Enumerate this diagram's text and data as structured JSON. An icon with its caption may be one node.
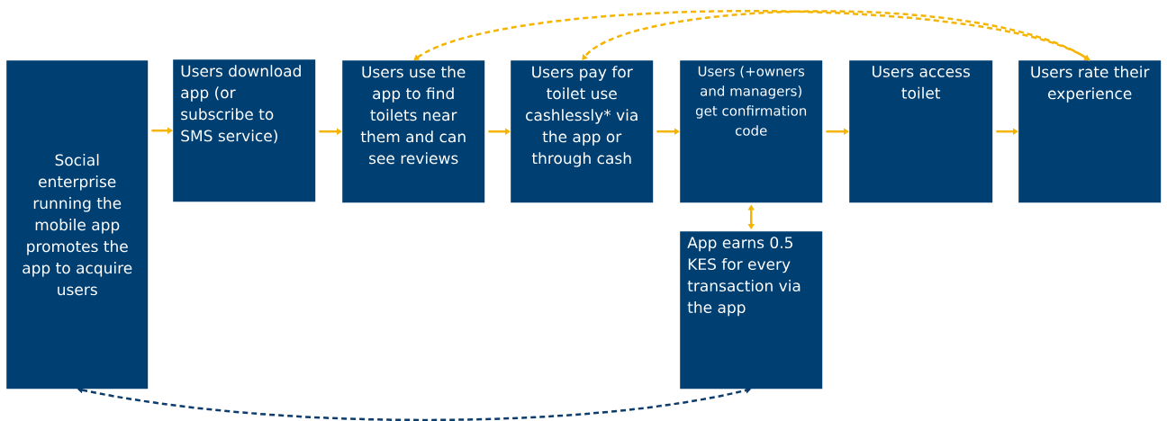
{
  "diagram": {
    "nodes": [
      {
        "text": [
          "Social enterprise running the mobile app promotes the app to acquire users"
        ]
      },
      {
        "text": [
          "Users download app (or subscribe to SMS service)"
        ]
      },
      {
        "text": [
          "Users use the app to find toilets near them and can see reviews"
        ]
      },
      {
        "text": [
          "Users pay for toilet use cashlessly* via the app or through cash"
        ]
      },
      {
        "text": [
          "Users (+owners and managers) get confirmation code"
        ]
      },
      {
        "text": [
          "Users access toilet"
        ]
      },
      {
        "text": [
          "Users rate their experience"
        ]
      },
      {
        "text": [
          "App earns 0.5 KES for every transaction via the app"
        ]
      }
    ],
    "edges": [
      {
        "from": 0,
        "to": 1,
        "arrow": "to"
      },
      {
        "from": 1,
        "to": 2,
        "arrow": "to"
      },
      {
        "from": 2,
        "to": 3,
        "arrow": "to"
      },
      {
        "from": 3,
        "to": 4,
        "arrow": "to"
      },
      {
        "from": 4,
        "to": 5,
        "arrow": "to"
      },
      {
        "from": 5,
        "to": 6,
        "arrow": "to"
      },
      {
        "from": 4,
        "to": 7,
        "arrow": "both"
      },
      {
        "from": 2,
        "to": 6,
        "arrow": "both",
        "style": "dashed"
      },
      {
        "from": 6,
        "to": 3,
        "arrow": "to",
        "style": "dashed"
      },
      {
        "from": 0,
        "to": 7,
        "arrow": "both",
        "style": "dashed",
        "color": "#0b3c6b"
      }
    ]
  }
}
